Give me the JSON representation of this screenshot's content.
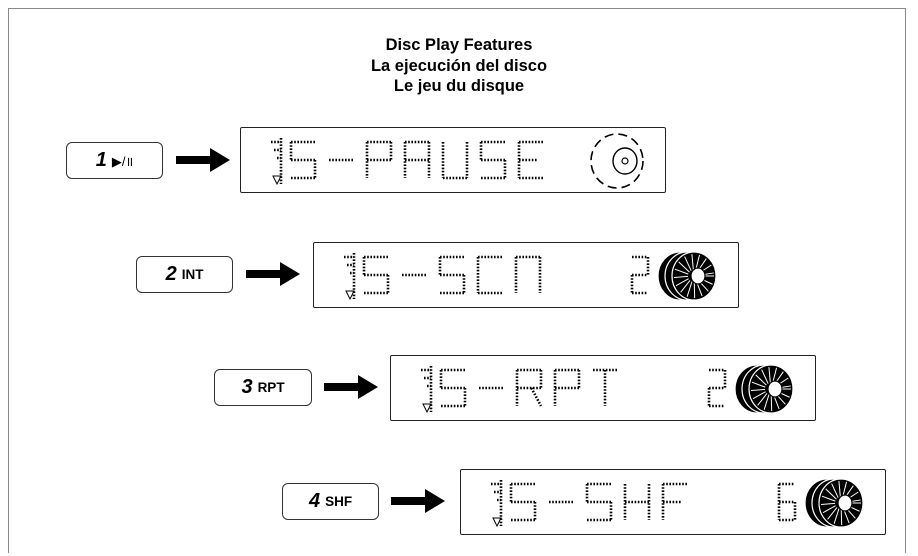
{
  "titles": {
    "en": "Disc Play Features",
    "es": "La ejecución del disco",
    "fr": "Le jeu du disque"
  },
  "rows": [
    {
      "button_number": "1",
      "button_label": "▶/॥",
      "display_text": "S-PAUSE",
      "track_digit": "",
      "disc_icon": "disc-outline-icon"
    },
    {
      "button_number": "2",
      "button_label": "INT",
      "display_text": "S-SCN",
      "track_digit": "2",
      "disc_icon": "disc-spinning-icon"
    },
    {
      "button_number": "3",
      "button_label": "RPT",
      "display_text": "S-RPT",
      "track_digit": "2",
      "disc_icon": "disc-spinning-icon"
    },
    {
      "button_number": "4",
      "button_label": "SHF",
      "display_text": "S-SHF",
      "track_digit": "6",
      "disc_icon": "disc-spinning-icon"
    }
  ]
}
